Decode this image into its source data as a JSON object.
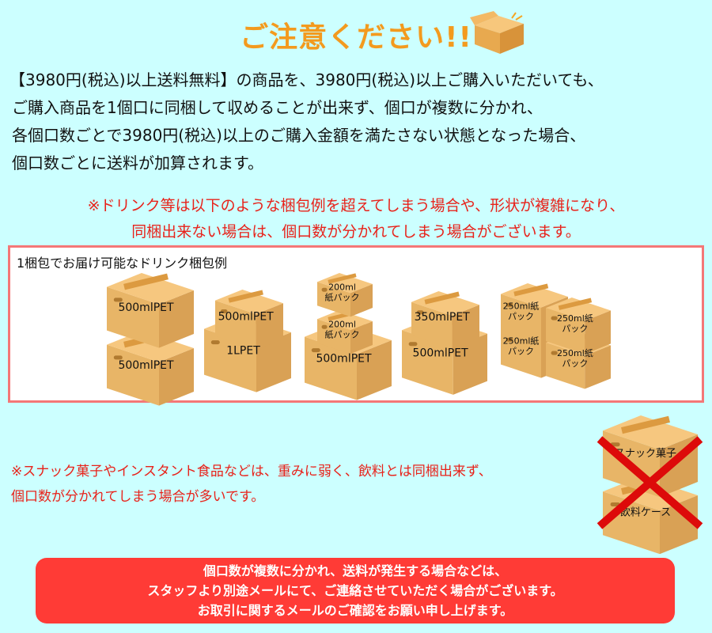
{
  "title": "ご注意ください!!",
  "intro_lines": [
    "【3980円(税込)以上送料無料】の商品を、3980円(税込)以上ご購入いただいても、",
    "ご購入商品を1個口に同梱して収めることが出来ず、個口が複数に分かれ、",
    "各個口数ごとで3980円(税込)以上のご購入金額を満たさない状態となった場合、",
    "個口数ごとに送料が加算されます。"
  ],
  "drink_warning_lines": [
    "※ドリンク等は以下のような梱包例を超えてしまう場合や、形状が複雑になり、",
    "同梱出来ない場合は、個口数が分かれてしまう場合がございます。"
  ],
  "example": {
    "label": "1梱包でお届け可能なドリンク梱包例",
    "groups": [
      {
        "boxes": [
          "500mlPET",
          "500mlPET"
        ]
      },
      {
        "boxes": [
          "1LPET",
          "500mlPET"
        ]
      },
      {
        "boxes": [
          "500mlPET",
          "200ml 紙パック",
          "200ml 紙パック"
        ]
      },
      {
        "boxes": [
          "500mlPET",
          "350mlPET"
        ]
      },
      {
        "boxes": [
          "250ml紙 パック",
          "250ml紙 パック",
          "250ml紙 パック",
          "250ml紙 パック"
        ]
      }
    ]
  },
  "snack_warning_lines": [
    "※スナック菓子やインスタント食品などは、重みに弱く、飲料とは同梱出来ず、",
    "個口数が分かれてしまう場合が多いです。"
  ],
  "snack_illustration": {
    "top": "スナック菓子",
    "bottom": "飲料ケース",
    "icon": "cross-mark-icon"
  },
  "notice_lines": [
    "個口数が複数に分かれ、送料が発生する場合などは、",
    "スタッフより別途メールにて、ご連絡させていただく場合がございます。",
    "お取引に関するメールのご確認をお願い申し上げます。"
  ],
  "colors": {
    "background": "#ccffff",
    "title": "#f39a1e",
    "warning": "#e8221a",
    "notice_bg": "#ff3b36",
    "box": "#e8b567"
  }
}
